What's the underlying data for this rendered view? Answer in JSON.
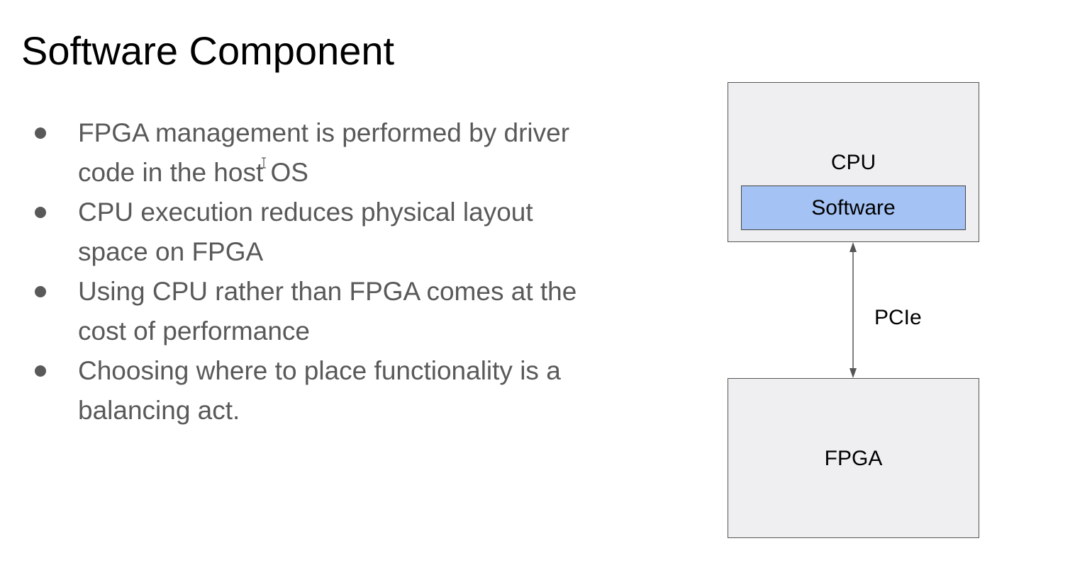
{
  "slide": {
    "title": "Software Component",
    "bullets": [
      "FPGA management is performed by driver code in the host OS",
      "CPU execution reduces physical layout space on FPGA",
      "Using CPU rather than FPGA comes at the cost of performance",
      "Choosing where to place functionality is a balancing act."
    ]
  },
  "diagram": {
    "cpu_label": "CPU",
    "software_label": "Software",
    "link_label": "PCIe",
    "fpga_label": "FPGA",
    "colors": {
      "box_fill": "#efeff1",
      "software_fill": "#a4c2f4",
      "border": "#555555",
      "bullet_text": "#595959"
    }
  },
  "cursor": {
    "icon": "text-cursor-icon"
  }
}
